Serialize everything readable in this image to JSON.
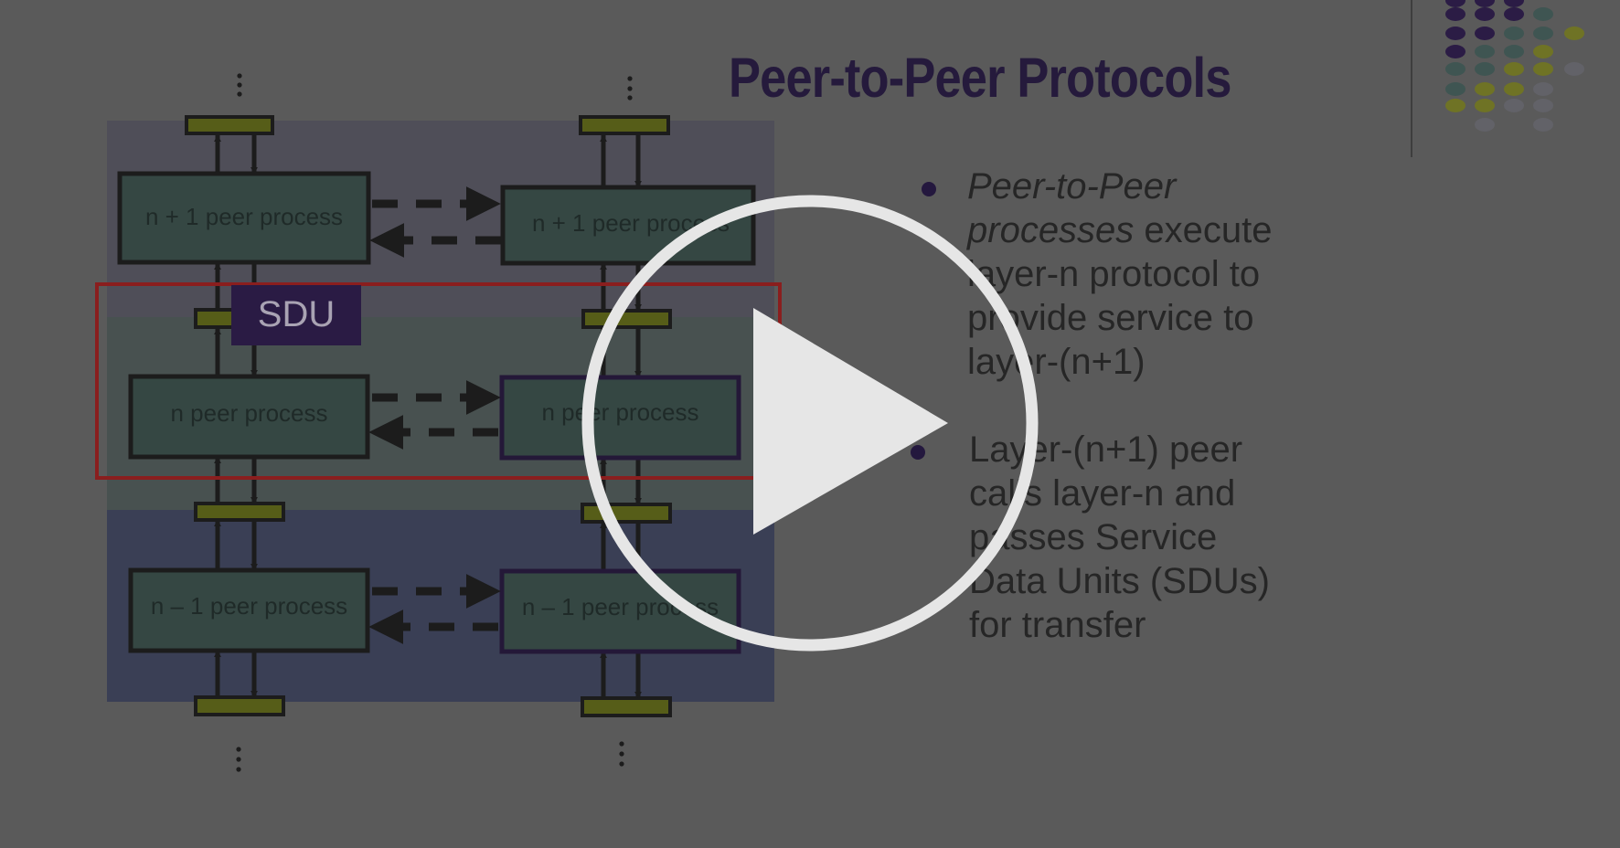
{
  "player": {
    "state": "paused",
    "overlay": "dimmed",
    "play_button": {
      "icon": "play-icon",
      "color": "#e6e6e6"
    }
  },
  "slide": {
    "title": "Peer-to-Peer Protocols",
    "colors": {
      "background": "#5a5a5a",
      "title": "#251a3c",
      "bullet_dot": "#24183e",
      "text": "#262626"
    },
    "bullets": [
      {
        "italic": "Peer-to-Peer processes",
        "lines": [
          "Peer-to-Peer",
          "processes execute",
          "layer-n protocol to",
          "provide service to",
          "layer-(n+1)"
        ]
      },
      {
        "italic": "",
        "lines": [
          "Layer-(n+1) peer",
          "calls layer-n and",
          "passes Service",
          "Data Units (SDUs)",
          "for transfer"
        ]
      }
    ],
    "decoration": {
      "dot_grid": [
        [
          {
            "c": 0,
            "r": 0,
            "k": "p"
          },
          {
            "c": 1,
            "r": 0,
            "k": "p"
          },
          {
            "c": 2,
            "r": 0,
            "k": "p"
          }
        ],
        [
          {
            "c": 0,
            "r": 1,
            "k": "p"
          },
          {
            "c": 1,
            "r": 1,
            "k": "p"
          },
          {
            "c": 2,
            "r": 1,
            "k": "p"
          },
          {
            "c": 3,
            "r": 1,
            "k": "t"
          }
        ],
        [
          {
            "c": 0,
            "r": 2,
            "k": "p"
          },
          {
            "c": 1,
            "r": 2,
            "k": "p"
          },
          {
            "c": 2,
            "r": 2,
            "k": "t"
          },
          {
            "c": 3,
            "r": 2,
            "k": "t"
          },
          {
            "c": 4,
            "r": 2,
            "k": "o"
          }
        ],
        [
          {
            "c": 0,
            "r": 3,
            "k": "p"
          },
          {
            "c": 1,
            "r": 3,
            "k": "t"
          },
          {
            "c": 2,
            "r": 3,
            "k": "t"
          },
          {
            "c": 3,
            "r": 3,
            "k": "o"
          }
        ],
        [
          {
            "c": 0,
            "r": 4,
            "k": "t"
          },
          {
            "c": 1,
            "r": 4,
            "k": "t"
          },
          {
            "c": 2,
            "r": 4,
            "k": "o"
          },
          {
            "c": 3,
            "r": 4,
            "k": "o"
          },
          {
            "c": 4,
            "r": 4,
            "k": "g"
          }
        ],
        [
          {
            "c": 0,
            "r": 5,
            "k": "t"
          },
          {
            "c": 1,
            "r": 5,
            "k": "o"
          },
          {
            "c": 2,
            "r": 5,
            "k": "o"
          },
          {
            "c": 3,
            "r": 5,
            "k": "g"
          }
        ],
        [
          {
            "c": 0,
            "r": 6,
            "k": "o"
          },
          {
            "c": 1,
            "r": 6,
            "k": "o"
          },
          {
            "c": 2,
            "r": 6,
            "k": "g"
          },
          {
            "c": 3,
            "r": 6,
            "k": "g"
          }
        ],
        [
          {
            "c": 1,
            "r": 7,
            "k": "g"
          },
          {
            "c": 3,
            "r": 7,
            "k": "g"
          }
        ]
      ],
      "dot_colors": {
        "p": "#2b1c45",
        "t": "#3f5552",
        "o": "#6f7325",
        "g": "#626268"
      }
    },
    "diagram": {
      "bands": [
        {
          "name": "upper",
          "color": "#4f4e58"
        },
        {
          "name": "middle",
          "color": "#485150"
        },
        {
          "name": "lower",
          "color": "#3a3f55"
        }
      ],
      "highlight_color": "#8a1e1e",
      "sdu_label": "SDU",
      "sdu_color": "#2a1b44",
      "left_column": [
        "n + 1 peer process",
        "n peer process",
        "n – 1 peer process"
      ],
      "right_column": [
        "n + 1 peer process",
        "n peer process",
        "n – 1 peer process"
      ],
      "ellipsis": "⋮",
      "process_color": "#354743",
      "sap_color": "#565d18"
    }
  }
}
